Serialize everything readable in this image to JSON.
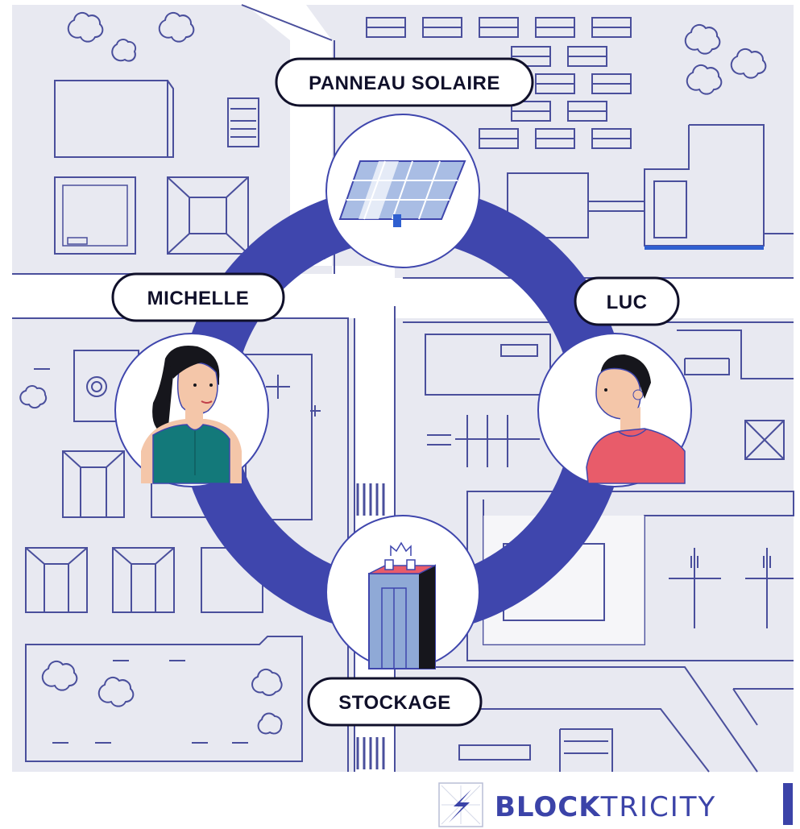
{
  "nodes": {
    "solar_panel": {
      "label": "PANNEAU SOLAIRE"
    },
    "michelle": {
      "label": "MICHELLE"
    },
    "luc": {
      "label": "LUC"
    },
    "storage": {
      "label": "STOCKAGE"
    }
  },
  "brand": {
    "name_bold": "BLOCK",
    "name_light": "TRICITY"
  },
  "colors": {
    "ring": "#3f46ad",
    "map_background": "#e8e9f1",
    "map_lines": "#4a4f9c",
    "solar_cells": "#a9bde4",
    "michelle_shirt": "#13797a",
    "luc_shirt": "#e85c6a",
    "skin": "#f4c6a9",
    "hair": "#16161c",
    "storage_body": "#8fa9d6",
    "brand": "#3b43a8"
  }
}
